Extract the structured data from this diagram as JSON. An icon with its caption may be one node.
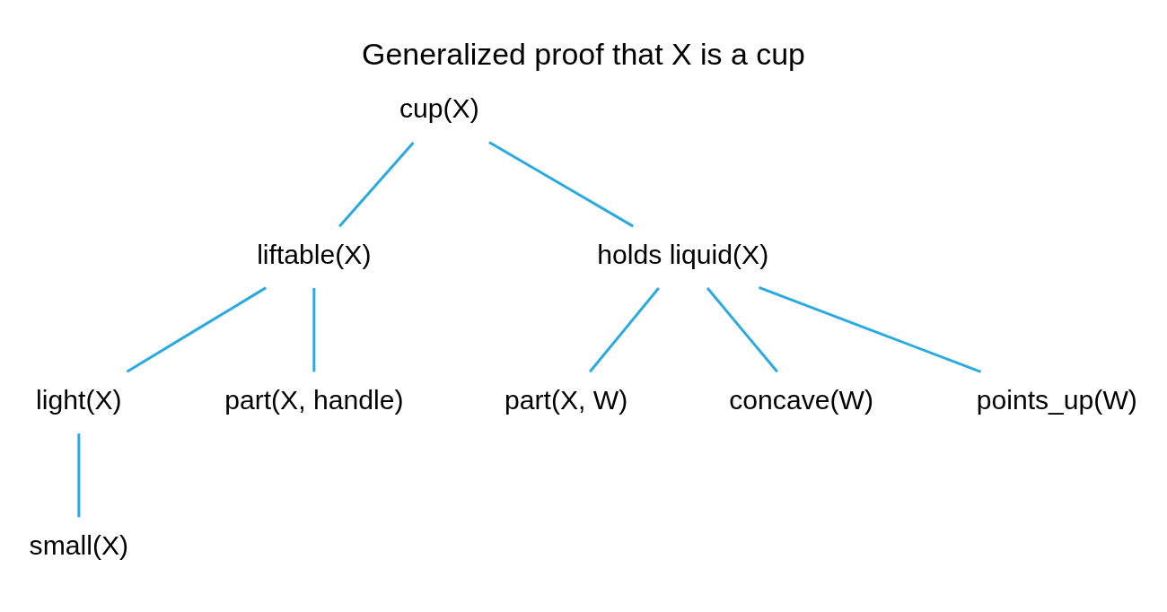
{
  "diagram": {
    "title": "Generalized proof that X is a cup",
    "nodes": [
      {
        "text": [
          "cup(X)"
        ]
      },
      {
        "text": [
          "liftable(X)"
        ]
      },
      {
        "text": [
          "holds liquid(X)"
        ]
      },
      {
        "text": [
          "light(X)"
        ]
      },
      {
        "text": [
          "part(X, handle)"
        ]
      },
      {
        "text": [
          "part(X, W)"
        ]
      },
      {
        "text": [
          "concave(W)"
        ]
      },
      {
        "text": [
          "points_up(W)"
        ]
      },
      {
        "text": [
          "small(X)"
        ]
      }
    ],
    "edges": [
      {
        "from": 0,
        "to": 1,
        "arrow": "none"
      },
      {
        "from": 0,
        "to": 2,
        "arrow": "none"
      },
      {
        "from": 1,
        "to": 3,
        "arrow": "none"
      },
      {
        "from": 1,
        "to": 4,
        "arrow": "none"
      },
      {
        "from": 2,
        "to": 5,
        "arrow": "none"
      },
      {
        "from": 2,
        "to": 6,
        "arrow": "none"
      },
      {
        "from": 2,
        "to": 7,
        "arrow": "none"
      },
      {
        "from": 3,
        "to": 8,
        "arrow": "none"
      }
    ]
  }
}
